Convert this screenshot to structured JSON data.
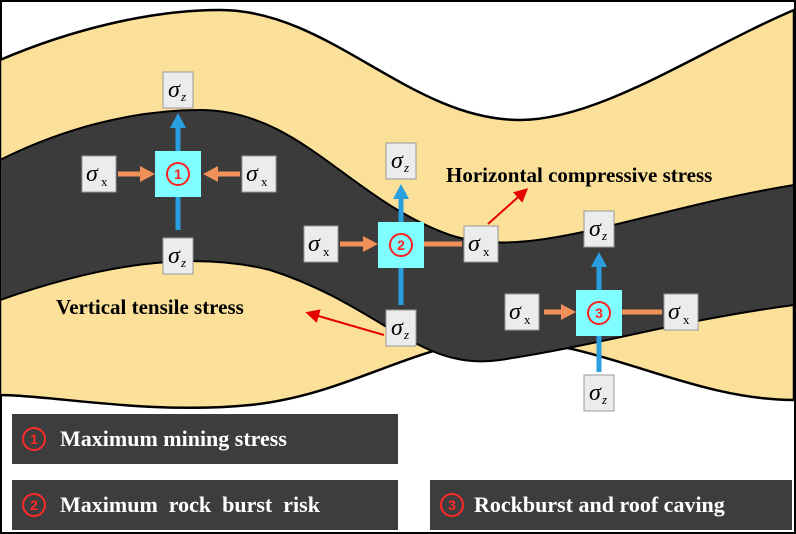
{
  "colors": {
    "rock": "#fbe09a",
    "coal": "#3b3b3b",
    "element_fill": "#7fffff",
    "element_marker": "#ff2020",
    "horizontal_arrow": "#f0915a",
    "vertical_arrow": "#2a9fdf",
    "label_box": "#ececec",
    "annotation_arrow": "#e60000",
    "annotation_text": "#000000",
    "legend_bg": "#3d3d3d",
    "legend_text": "#ffffff"
  },
  "stress_symbols": {
    "sigma": "σ",
    "x_sub": "x",
    "z_sub": "z"
  },
  "elements": [
    {
      "id": "1",
      "marker": "1",
      "state": "compression"
    },
    {
      "id": "2",
      "marker": "2",
      "state": "mixed"
    },
    {
      "id": "3",
      "marker": "3",
      "state": "tension"
    }
  ],
  "annotations": {
    "horizontal": "Horizontal compressive stress",
    "vertical": "Vertical tensile stress"
  },
  "legend": [
    {
      "marker": "1",
      "text": "Maximum mining stress"
    },
    {
      "marker": "2",
      "text": "Maximum  rock  burst  risk"
    },
    {
      "marker": "3",
      "text": "Rockburst and roof caving"
    }
  ]
}
